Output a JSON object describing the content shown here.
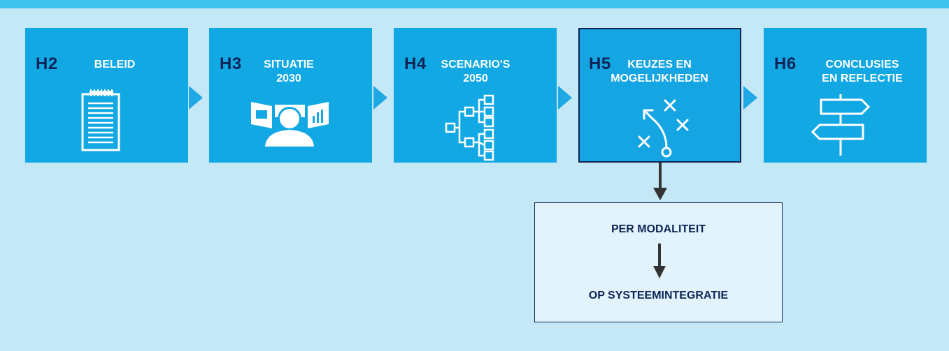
{
  "steps": [
    {
      "code": "H2",
      "label": "BELEID",
      "icon": "notepad-icon"
    },
    {
      "code": "H3",
      "label": "SITUATIE\n2030",
      "icon": "person-screens-icon"
    },
    {
      "code": "H4",
      "label": "SCENARIO'S\n2050",
      "icon": "tree-diagram-icon"
    },
    {
      "code": "H5",
      "label": "KEUZES EN\nMOGELIJKHEDEN",
      "icon": "tactics-icon"
    },
    {
      "code": "H6",
      "label": "CONCLUSIES\nEN REFLECTIE",
      "icon": "signpost-icon"
    }
  ],
  "detail": {
    "top": "PER MODALITEIT",
    "bottom": "OP SYSTEEMINTEGRATIE"
  },
  "colors": {
    "background": "#c5e8f7",
    "top_bar": "#3fc3ed",
    "box": "#11a8e4",
    "code_text": "#0d2456",
    "arrow": "#1ea9e4",
    "detail_box": "#e2f3fb",
    "down_arrow": "#333333"
  }
}
